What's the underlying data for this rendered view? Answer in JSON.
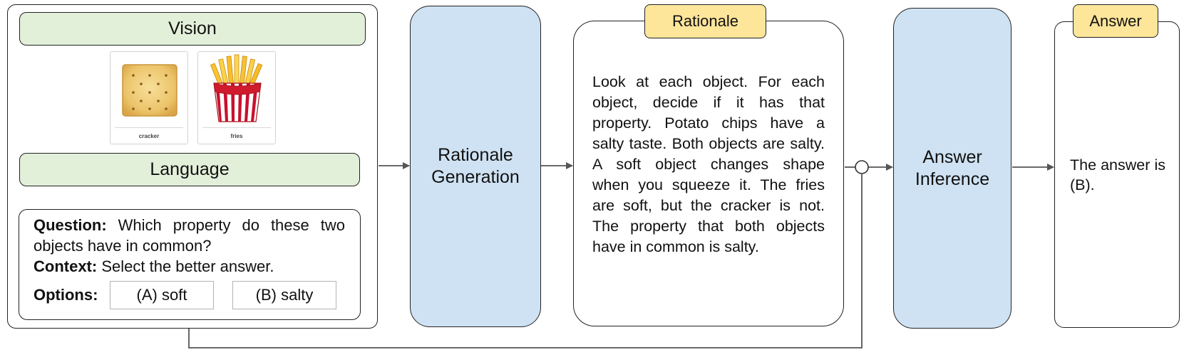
{
  "input": {
    "vision_label": "Vision",
    "language_label": "Language",
    "images": [
      {
        "caption": "cracker",
        "icon": "cracker-icon"
      },
      {
        "caption": "fries",
        "icon": "fries-icon"
      }
    ],
    "question_label": "Question:",
    "question_text": "Which property do these two objects have in common?",
    "context_label": "Context:",
    "context_text": "Select the better answer.",
    "options_label": "Options:",
    "options": [
      "(A) soft",
      "(B) salty"
    ]
  },
  "rationale_generation": {
    "line1": "Rationale",
    "line2": "Generation"
  },
  "rationale": {
    "tag": "Rationale",
    "text": "Look at each object. For each object, decide if it has that property. Potato chips have a salty taste. Both objects are salty. A soft object changes shape when you squeeze it. The fries are soft, but the cracker is not. The property that both objects have in common is salty."
  },
  "answer_inference": {
    "line1": "Answer",
    "line2": "Inference"
  },
  "answer": {
    "tag": "Answer",
    "text": "The answer is (B)."
  },
  "colors": {
    "module_blue": "#cfe2f3",
    "input_green": "#e2f0da",
    "tag_yellow": "#fde59a",
    "connector_gray": "#555555"
  }
}
